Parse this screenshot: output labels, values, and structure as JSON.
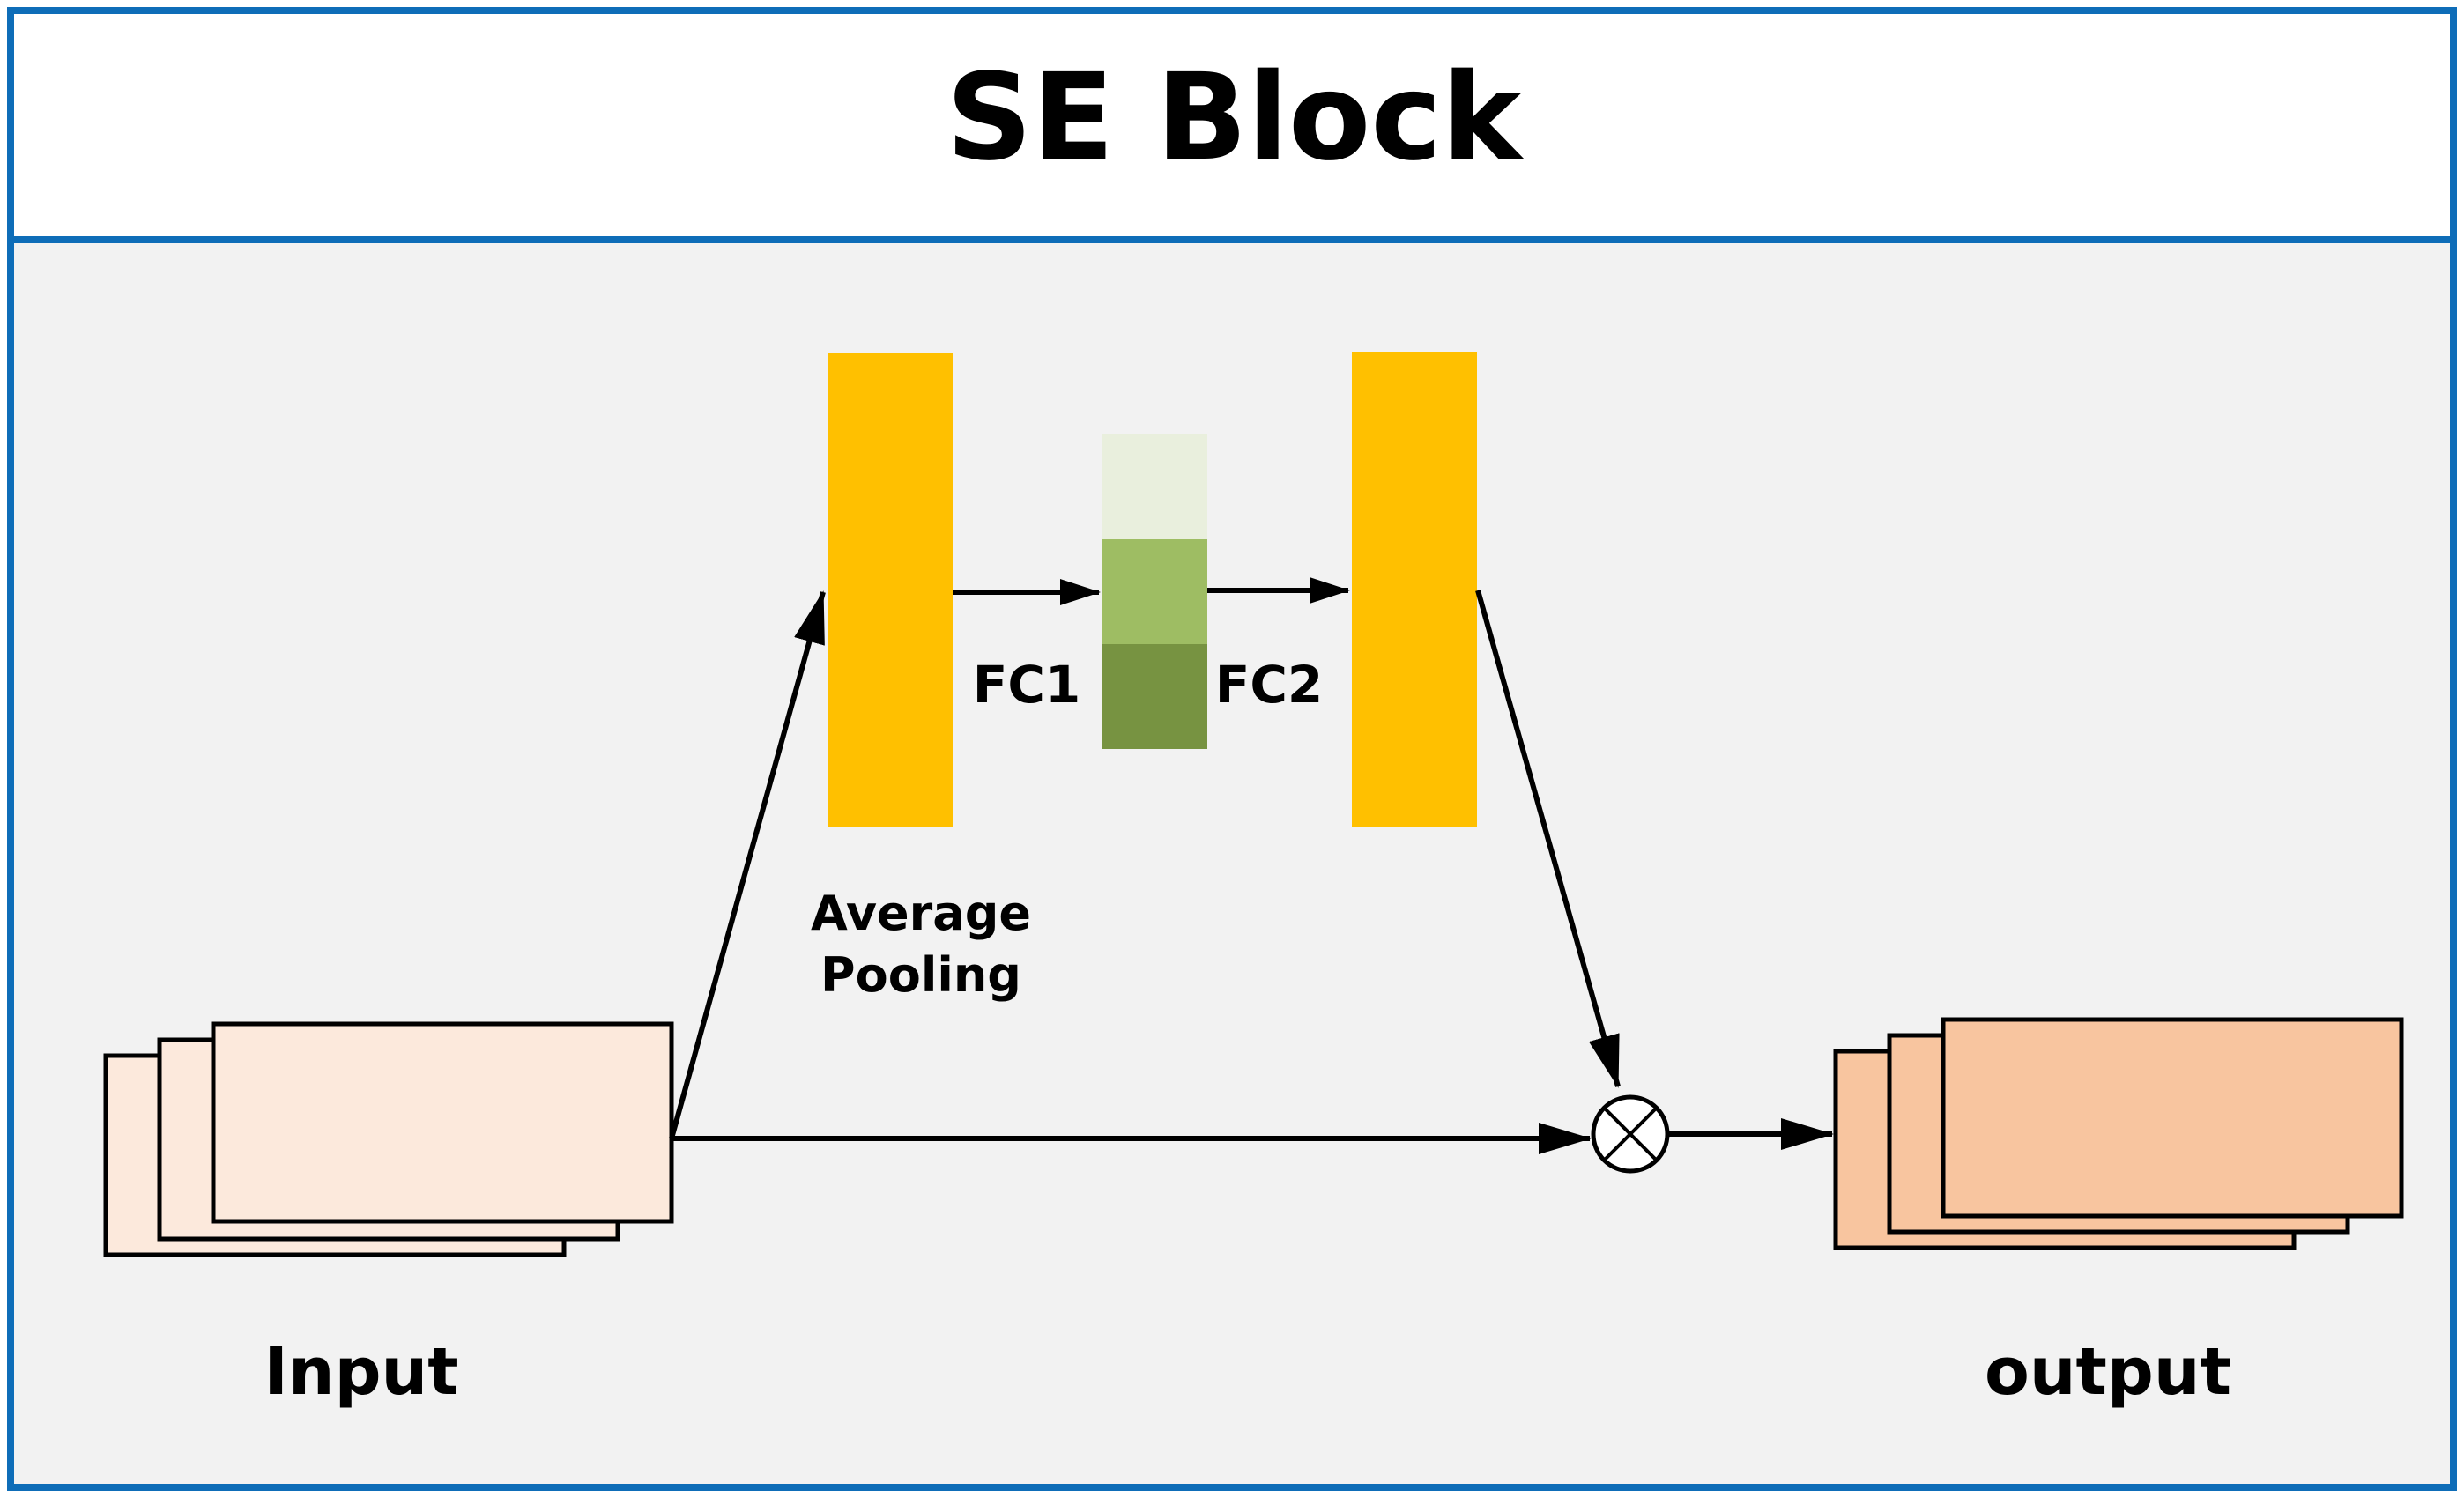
{
  "title": "SE Block",
  "labels": {
    "average_pooling_line1": "Average",
    "average_pooling_line2": "Pooling",
    "fc1": "FC1",
    "fc2": "FC2",
    "input": "Input",
    "output": "output"
  },
  "icons": {
    "multiply": "circled-times-icon"
  },
  "colors": {
    "frame_border": "#0e6db8",
    "body_background": "#f2f2f2",
    "header_background": "#ffffff",
    "feature_vector": "#ffc000",
    "fc_light": "#e9efdd",
    "fc_mid": "#9ebd63",
    "fc_dark": "#779341",
    "input_map": "#fce9dc",
    "output_map": "#f8c59f",
    "stroke": "#000000"
  }
}
